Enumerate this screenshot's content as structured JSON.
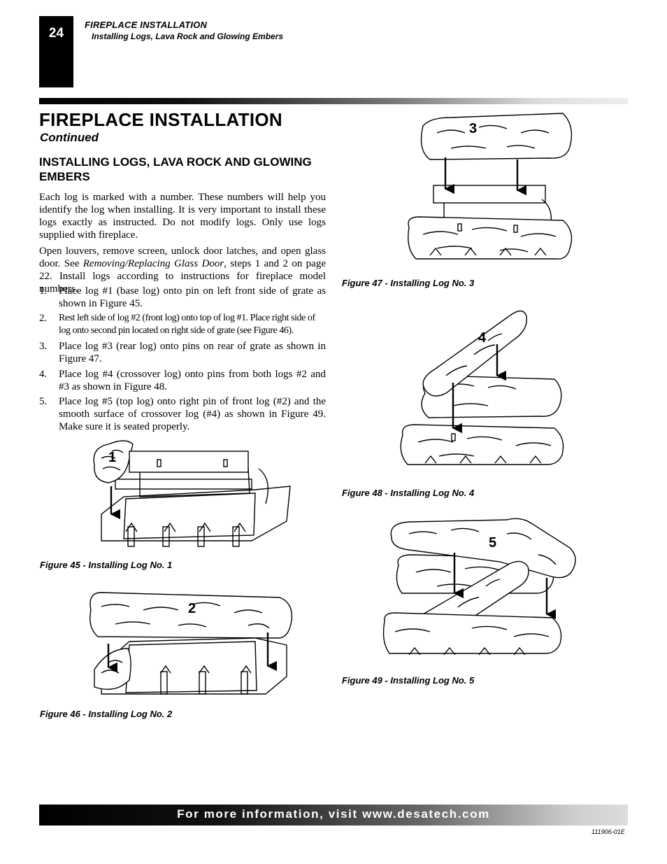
{
  "header": {
    "page_number": "24",
    "title": "FIREPLACE INSTALLATION",
    "subtitle": "Installing Logs, Lava Rock and Glowing Embers"
  },
  "main": {
    "title": "FIREPLACE INSTALLATION",
    "continued": "Continued",
    "section_heading": "INSTALLING LOGS, LAVA ROCK AND GLOWING EMBERS",
    "intro_para": "Each log is marked with a number. These numbers will help you identify the log when installing. It is very important to install these logs exactly as instructed. Do not modify logs. Only use logs supplied with fireplace.",
    "para2_before": "Open louvers, remove screen, unlock door latches, and open glass door. See ",
    "para2_italic": "Removing/Replacing Glass Door",
    "para2_after": ", steps 1 and 2 on page 22. Install logs according to instructions for fireplace model numbers.",
    "steps": [
      {
        "num": "1.",
        "text": "Place log #1 (base log) onto pin on left front side of grate as shown in Figure 45."
      },
      {
        "num": "2.",
        "text": "Rest left side of log #2 (front log) onto top of log #1. Place right side of log onto second pin located on right side of grate (see Figure 46)."
      },
      {
        "num": "3.",
        "text": "Place log #3 (rear log) onto pins on rear of grate as shown in Figure 47."
      },
      {
        "num": "4.",
        "text": "Place log #4 (crossover log) onto pins from both logs #2 and #3 as shown in Figure 48."
      },
      {
        "num": "5.",
        "text": "Place log #5 (top log) onto right pin of front log (#2) and the smooth surface of crossover log (#4) as shown in Figure 49. Make sure it is seated properly."
      }
    ]
  },
  "figures": [
    {
      "id": "fig45",
      "label": "1",
      "caption": "Figure 45 -  Installing Log No. 1"
    },
    {
      "id": "fig46",
      "label": "2",
      "caption": "Figure 46 - Installing Log No. 2"
    },
    {
      "id": "fig47",
      "label": "3",
      "caption": "Figure 47 - Installing Log No. 3"
    },
    {
      "id": "fig48",
      "label": "4",
      "caption": "Figure 48 - Installing Log No. 4"
    },
    {
      "id": "fig49",
      "label": "5",
      "caption": "Figure 49 - Installing Log No. 5"
    }
  ],
  "footer": {
    "text": "For more information, visit www.desatech.com",
    "doc_number": "111906-01E"
  },
  "icons": [
    "grate-icon",
    "log-icon",
    "arrow-down-icon"
  ],
  "colors": {
    "ink": "#000000",
    "paper": "#ffffff"
  }
}
